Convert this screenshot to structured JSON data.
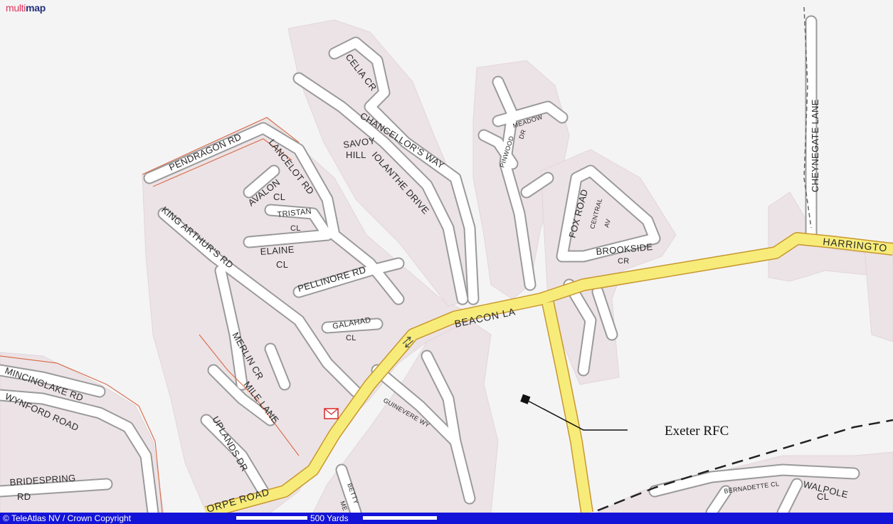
{
  "logo": {
    "brand_part1": "multi",
    "brand_part2": "map"
  },
  "streets": {
    "celia_cr": "CELIA CR",
    "chancellors_way": "CHANCELLOR'S WAY",
    "savoy_hill_1": "SAVOY",
    "savoy_hill_2": "HILL",
    "iolanthe_drive": "IOLANTHE DRIVE",
    "pinwood_meadow_1": "PINWOOD",
    "pinwood_meadow_2": "MEADOW",
    "pinwood_meadow_3": "DR",
    "fox_road": "FOX ROAD",
    "central_av_1": "CENTRAL",
    "central_av_2": "AV",
    "brookside_cr_1": "BROOKSIDE",
    "brookside_cr_2": "CR",
    "cheynegate_lane": "CHEYNEGATE LANE",
    "harrington": "HARRINGTO",
    "pendragon_rd": "PENDRAGON RD",
    "lancelot_rd": "LANCELOT RD",
    "avalon_cl_1": "AVALON",
    "avalon_cl_2": "CL",
    "tristan_cl_1": "TRISTAN",
    "tristan_cl_2": "CL",
    "king_arthurs_rd": "KING ARTHUR'S RD",
    "elaine_cl_1": "ELAINE",
    "elaine_cl_2": "CL",
    "pellinore_rd": "PELLINORE RD",
    "beacon_la": "BEACON LA",
    "galahad_cl_1": "GALAHAD",
    "galahad_cl_2": "CL",
    "merlin_cr": "MERLIN CR",
    "mile_lane": "MILE LANE",
    "guinevere_wy": "GUINEVERE WY",
    "uplands_dr": "UPLANDS DR",
    "mincinglake_rd": "MINCINGLAKE RD",
    "wynford_road": "WYNFORD ROAD",
    "bridespring_rd_1": "BRIDESPRING",
    "bridespring_rd_2": "RD",
    "thorpe_road": "ORPE ROAD",
    "betty_1": "BETTY",
    "betty_2": "ME",
    "walpole_cl_1": "WALPOLE",
    "walpole_cl_2": "CL",
    "bernadette_cl": "BERNADETTE CL"
  },
  "callout": {
    "label": "Exeter RFC"
  },
  "footer": {
    "copyright": "© TeleAtlas NV / Crown Copyright",
    "scale_label": "500 Yards"
  },
  "colors": {
    "background": "#f4f4f5",
    "residential": "#ece3e6",
    "minor_road": "#ffffff",
    "road_edge": "#9a9a9a",
    "major_road": "#f7ec7a",
    "major_road_edge": "#c8972f",
    "footer_bar": "#1414d8"
  },
  "icons": {
    "post_office": "envelope-icon",
    "one_way": "two-way-arrows-icon",
    "location_marker": "square-marker-icon"
  }
}
